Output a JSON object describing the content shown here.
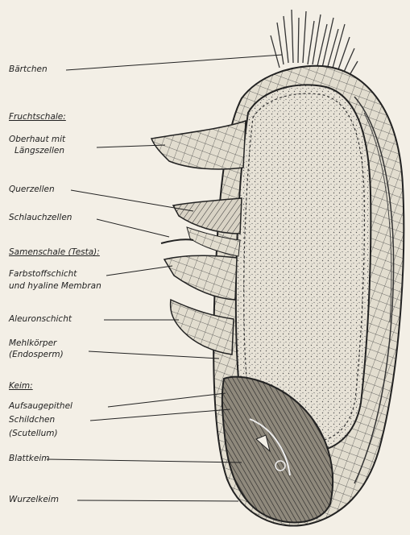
{
  "colors": {
    "ink": "#222222",
    "paper": "#f3efe6",
    "stipple": "#cfc9bc"
  },
  "labels": {
    "baertchen": "Bärtchen",
    "fruchtschale": "Fruchtschale:",
    "oberhaut_1": "Oberhaut  mit",
    "oberhaut_2": "Längszellen",
    "querzellen": "Querzellen",
    "schlauchzellen": "Schlauchzellen",
    "samenschale": "Samenschale (Testa):",
    "farbstoff_1": "Farbstoffschicht",
    "farbstoff_2": "und hyaline Membran",
    "aleuron": "Aleuronschicht",
    "mehl_1": "Mehlkörper",
    "mehl_2": "(Endosperm)",
    "keim": "Keim:",
    "aufsaug": "Aufsaugepithel",
    "schild_1": "Schildchen",
    "schild_2": "(Scutellum)",
    "blattkeim": "Blattkeim",
    "wurzelkeim": "Wurzelkeim"
  }
}
